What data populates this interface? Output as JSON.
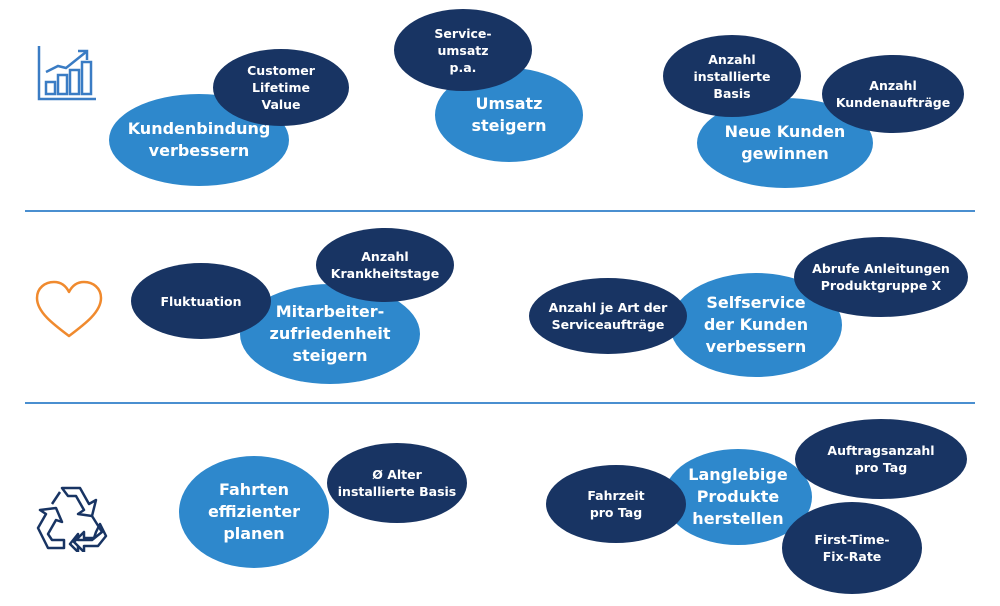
{
  "colors": {
    "goal": "#2e88cc",
    "kpi": "#183463",
    "divider": "#4a8fd0",
    "growth_icon": "#3a7cc4",
    "heart_icon": "#f08a2e",
    "recycle_icon": "#183463"
  },
  "rows": [
    {
      "icon": "growth-chart-icon",
      "clusters": [
        {
          "goal": "Kundenbindung\nverbessern",
          "kpis": [
            "Customer\nLifetime\nValue"
          ]
        },
        {
          "goal": "Umsatz\nsteigern",
          "kpis": [
            "Service-\numsatz\np.a."
          ]
        },
        {
          "goal": "Neue Kunden\ngewinnen",
          "kpis": [
            "Anzahl\ninstallierte\nBasis",
            "Anzahl\nKundenaufträge"
          ]
        }
      ]
    },
    {
      "icon": "heart-icon",
      "clusters": [
        {
          "goal": "Mitarbeiter-\nzufriedenheit\nsteigern",
          "kpis": [
            "Fluktuation",
            "Anzahl\nKrankheitstage"
          ]
        },
        {
          "goal": "Selfservice\nder Kunden\nverbessern",
          "kpis": [
            "Anzahl je Art der\nServiceaufträge",
            "Abrufe Anleitungen\nProduktgruppe X"
          ]
        }
      ]
    },
    {
      "icon": "recycle-icon",
      "clusters": [
        {
          "goal": "Fahrten\neffizienter\nplanen",
          "kpis": [
            "Ø  Alter\ninstallierte Basis"
          ]
        },
        {
          "goal": "Langlebige\nProdukte\nherstellen",
          "kpis": [
            "Fahrzeit\npro Tag",
            "Auftragsanzahl\npro Tag",
            "First-Time-\nFix-Rate"
          ]
        }
      ]
    }
  ]
}
